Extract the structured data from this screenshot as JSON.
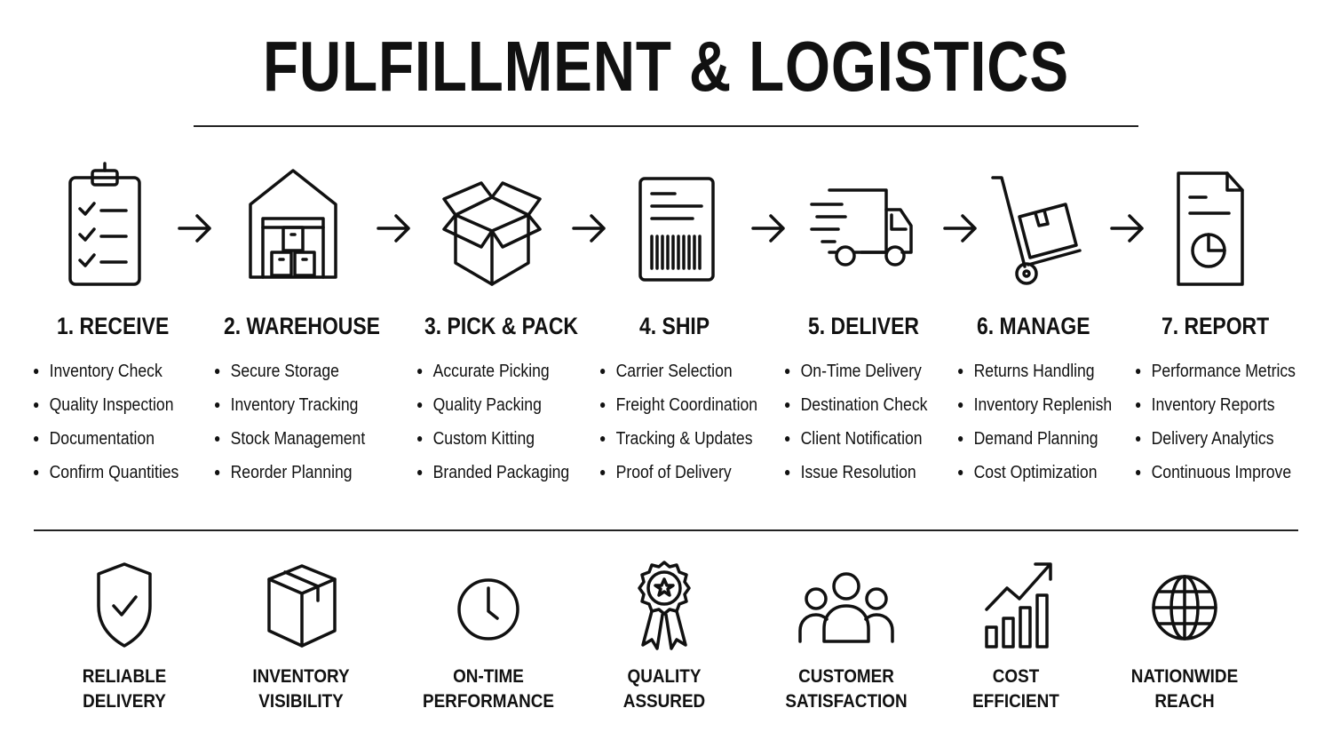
{
  "title": "FULFILLMENT & LOGISTICS",
  "steps": [
    {
      "label": "1. RECEIVE",
      "icon": "clipboard-checklist-icon",
      "items": [
        "Inventory Check",
        "Quality Inspection",
        "Documentation",
        "Confirm Quantities"
      ]
    },
    {
      "label": "2. WAREHOUSE",
      "icon": "warehouse-icon",
      "items": [
        "Secure Storage",
        "Inventory Tracking",
        "Stock Management",
        "Reorder Planning"
      ]
    },
    {
      "label": "3. PICK & PACK",
      "icon": "open-box-icon",
      "items": [
        "Accurate Picking",
        "Quality Packing",
        "Custom Kitting",
        "Branded Packaging"
      ]
    },
    {
      "label": "4. SHIP",
      "icon": "shipping-label-icon",
      "items": [
        "Carrier Selection",
        "Freight Coordination",
        "Tracking & Updates",
        "Proof of Delivery"
      ]
    },
    {
      "label": "5. DELIVER",
      "icon": "delivery-truck-icon",
      "items": [
        "On-Time Delivery",
        "Destination Check",
        "Client Notification",
        "Issue Resolution"
      ]
    },
    {
      "label": "6. MANAGE",
      "icon": "hand-truck-icon",
      "items": [
        "Returns Handling",
        "Inventory Replenish",
        "Demand Planning",
        "Cost Optimization"
      ]
    },
    {
      "label": "7. REPORT",
      "icon": "report-document-icon",
      "items": [
        "Performance Metrics",
        "Inventory Reports",
        "Delivery Analytics",
        "Continuous Improve"
      ]
    }
  ],
  "benefits": [
    {
      "line1": "RELIABLE",
      "line2": "DELIVERY",
      "icon": "shield-check-icon"
    },
    {
      "line1": "INVENTORY",
      "line2": "VISIBILITY",
      "icon": "box-icon"
    },
    {
      "line1": "ON-TIME",
      "line2": "PERFORMANCE",
      "icon": "clock-icon"
    },
    {
      "line1": "QUALITY",
      "line2": "ASSURED",
      "icon": "award-badge-icon"
    },
    {
      "line1": "CUSTOMER",
      "line2": "SATISFACTION",
      "icon": "people-group-icon"
    },
    {
      "line1": "COST",
      "line2": "EFFICIENT",
      "icon": "growth-chart-icon"
    },
    {
      "line1": "NATIONWIDE",
      "line2": "REACH",
      "icon": "globe-icon"
    }
  ]
}
